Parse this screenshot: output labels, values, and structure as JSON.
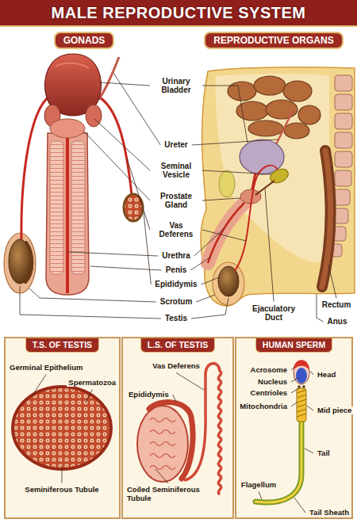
{
  "diagram": {
    "title": "MALE REPRODUCTIVE SYSTEM",
    "nodes": [
      {
        "text": [
          "GONADS"
        ]
      },
      {
        "text": [
          "REPRODUCTIVE ORGANS"
        ]
      },
      {
        "text": [
          "T.S. OF TESTIS"
        ]
      },
      {
        "text": [
          "L.S. OF TESTIS"
        ]
      },
      {
        "text": [
          "HUMAN SPERM"
        ]
      }
    ],
    "labels": [
      "Urinary Bladder",
      "Ureter",
      "Seminal Vesicle",
      "Prostate Gland",
      "Vas Deferens",
      "Urethra",
      "Penis",
      "Epididymis",
      "Scrotum",
      "Testis",
      "Ejaculatory Duct",
      "Rectum",
      "Anus",
      "Germinal Epithelium",
      "Spermatozoa",
      "Seminiferous Tubule",
      "Vas Deferens",
      "Epididymis",
      "Coiled Seminiferous Tubule",
      "Acrosome",
      "Nucleus",
      "Centrioles",
      "Mitochondria",
      "Head",
      "Mid piece",
      "Tail",
      "Flagellum",
      "Tail Sheath"
    ]
  }
}
